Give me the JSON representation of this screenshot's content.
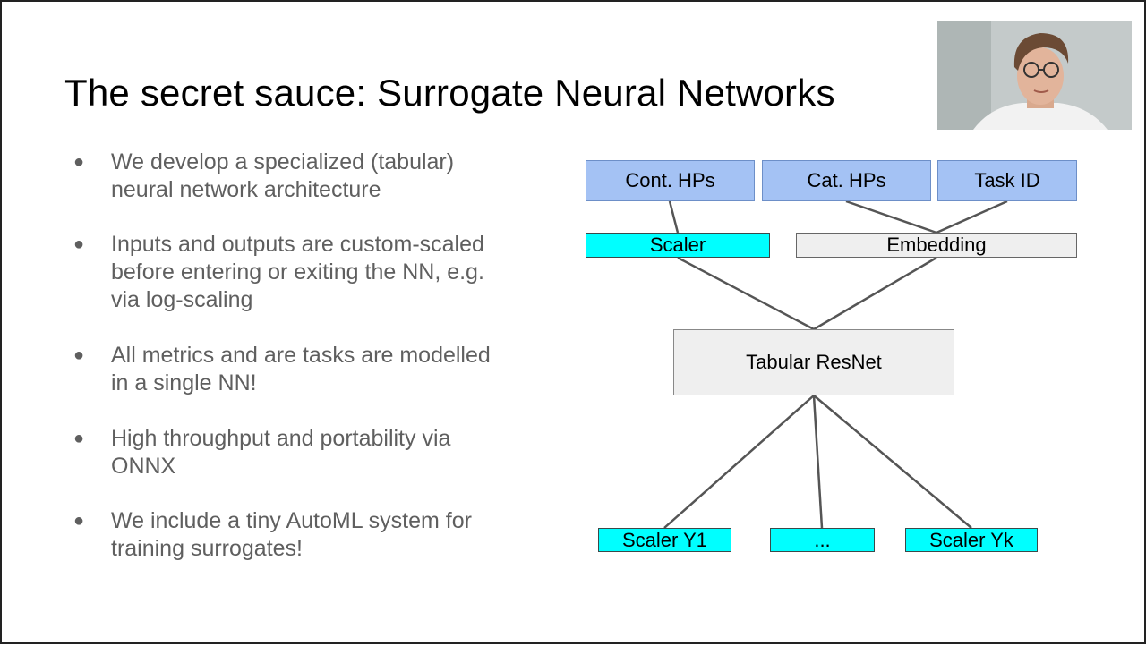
{
  "slide": {
    "title": "The secret sauce: Surrogate Neural Networks",
    "bullet_symbol": "●",
    "bullets": [
      "We develop a specialized (tabular) neural network architecture",
      "Inputs and outputs are custom-scaled before entering or exiting the NN, e.g. via log-scaling",
      "All metrics and are tasks  are modelled in a single NN!",
      "High throughput and portability via ONNX",
      "We include a tiny AutoML system for training surrogates!"
    ]
  },
  "diagram": {
    "inputs": [
      "Cont. HPs",
      "Cat. HPs",
      "Task ID"
    ],
    "scaler": "Scaler",
    "embedding": "Embedding",
    "network": "Tabular ResNet",
    "outputs": [
      "Scaler Y1",
      "...",
      "Scaler Yk"
    ]
  },
  "webcam": {
    "icon": "presenter-webcam-icon"
  },
  "colors": {
    "input_box": "#a4c2f4",
    "scaler_box": "#00ffff",
    "embedding_box": "#efefef",
    "text_gray": "#5f5f5f"
  }
}
